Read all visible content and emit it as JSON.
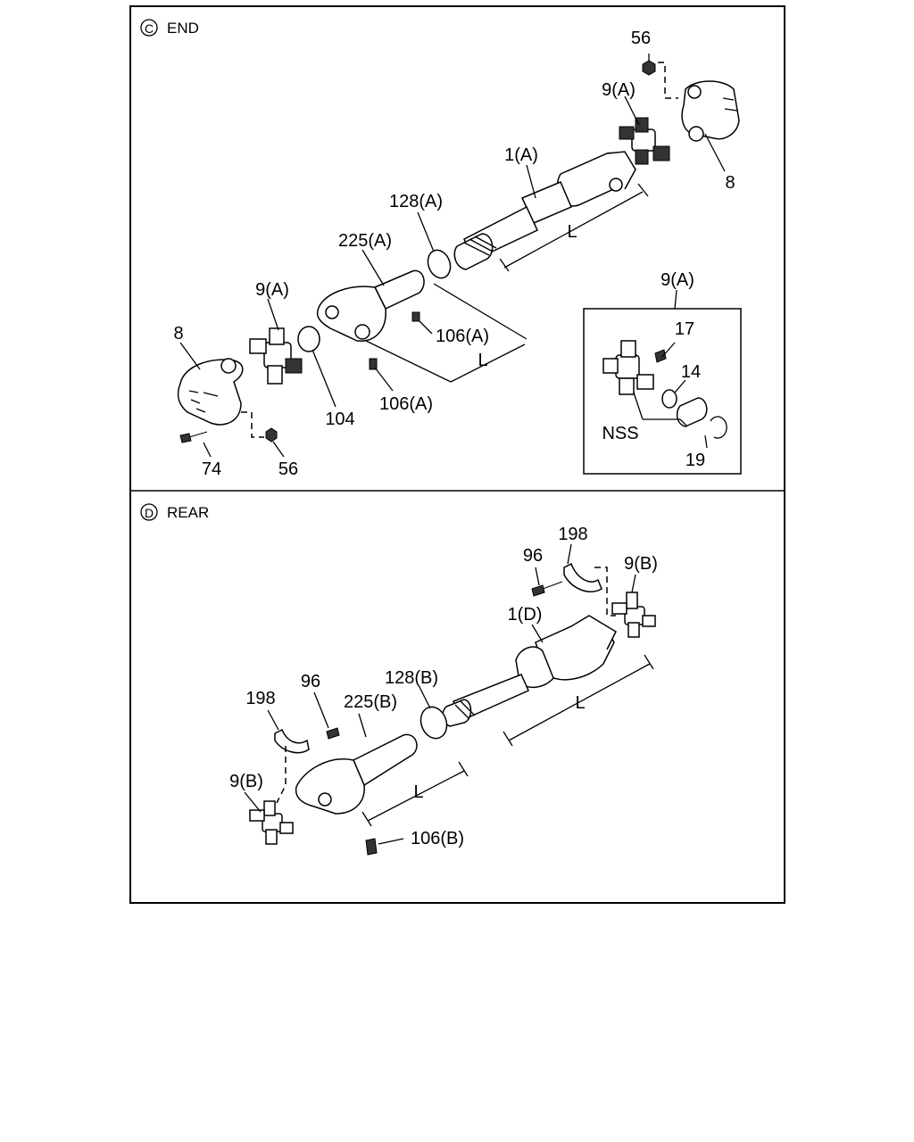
{
  "sections": {
    "end": {
      "marker": "C",
      "title": "END"
    },
    "rear": {
      "marker": "D",
      "title": "REAR"
    }
  },
  "end_labels": {
    "l56_top": "56",
    "l9a_top": "9(A)",
    "l8_top": "8",
    "l1a": "1(A)",
    "l128a": "128(A)",
    "l225a": "225(A)",
    "l9a_left": "9(A)",
    "l8_left": "8",
    "l106a_1": "106(A)",
    "l106a_2": "106(A)",
    "l104": "104",
    "l74": "74",
    "l56_bot": "56",
    "lL_1": "L",
    "lL_2": "L"
  },
  "inset_labels": {
    "title": "9(A)",
    "l17": "17",
    "l14": "14",
    "nss": "NSS",
    "l19": "19"
  },
  "rear_labels": {
    "l198_top": "198",
    "l96_top": "96",
    "l9b_top": "9(B)",
    "l1d": "1(D)",
    "lL_1": "L",
    "l96_mid": "96",
    "l128b": "128(B)",
    "l198_left": "198",
    "l225b": "225(B)",
    "l9b_left": "9(B)",
    "lL_2": "L",
    "l106b": "106(B)"
  }
}
